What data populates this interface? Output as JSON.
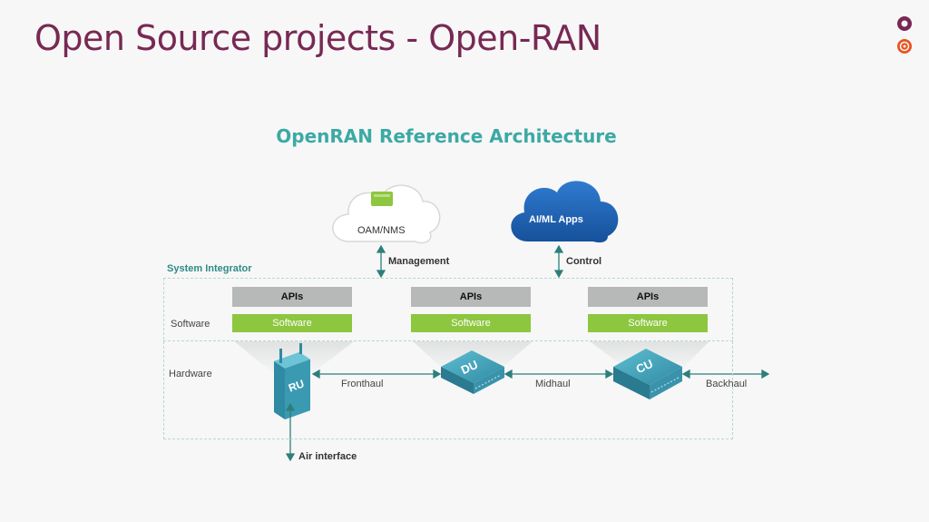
{
  "slide": {
    "title": "Open Source projects - Open-RAN"
  },
  "diagram": {
    "title": "OpenRAN Reference Architecture",
    "system_integrator_label": "System Integrator",
    "software_row_label": "Software",
    "hardware_row_label": "Hardware",
    "clouds": {
      "oam": {
        "label": "OAM/NMS",
        "icon": "server-chip-icon",
        "link_label": "Management"
      },
      "aiml": {
        "label": "AI/ML Apps",
        "link_label": "Control"
      }
    },
    "stacks": [
      {
        "api_label": "APIs",
        "software_label": "Software",
        "hardware_label": "RU"
      },
      {
        "api_label": "APIs",
        "software_label": "Software",
        "hardware_label": "DU"
      },
      {
        "api_label": "APIs",
        "software_label": "Software",
        "hardware_label": "CU"
      }
    ],
    "links": {
      "fronthaul": "Fronthaul",
      "midhaul": "Midhaul",
      "backhaul": "Backhaul",
      "air_interface": "Air interface"
    },
    "colors": {
      "title_teal": "#3ca9a5",
      "slide_title": "#772953",
      "software_green": "#8dc63f",
      "api_gray": "#b7b8b8",
      "device_teal": "#4aa3b8",
      "cloud_blue": "#1e5fb0"
    }
  }
}
